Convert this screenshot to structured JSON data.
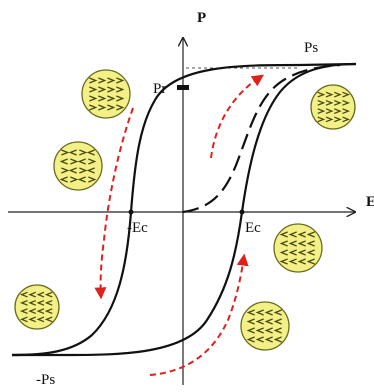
{
  "axes": {
    "y_label": "P",
    "x_label": "E"
  },
  "labels": {
    "ps": "Ps",
    "pr": "Pr",
    "neg_ps": "-Ps",
    "neg_ec": "-Ec",
    "ec": "Ec"
  },
  "colors": {
    "curve": "#111111",
    "arrow": "#e0201c",
    "domain_fill": "#f3f088",
    "domain_stroke": "#6b6b1e",
    "domain_arrow": "#4a4a10"
  },
  "domains": [
    {
      "name": "domain-top-left",
      "arrow_direction": "right"
    },
    {
      "name": "domain-mid-left",
      "arrow_direction": "mixed"
    },
    {
      "name": "domain-bottom-left",
      "arrow_direction": "left"
    },
    {
      "name": "domain-top-right",
      "arrow_direction": "right"
    },
    {
      "name": "domain-mid-right",
      "arrow_direction": "left"
    },
    {
      "name": "domain-bottom-right",
      "arrow_direction": "left"
    }
  ]
}
